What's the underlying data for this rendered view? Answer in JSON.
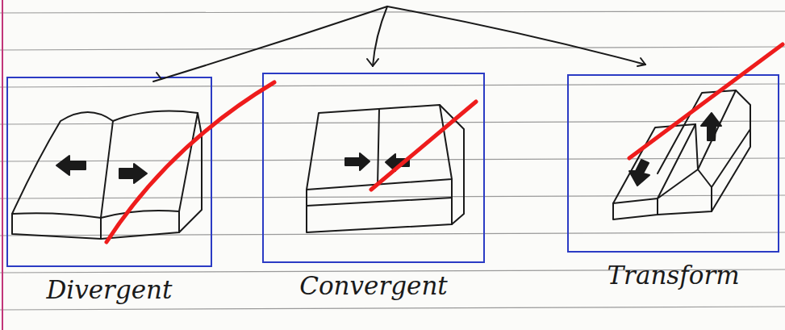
{
  "diagram": {
    "nodes": [
      {
        "text": [
          "Divergent"
        ]
      },
      {
        "text": [
          "Convergent"
        ]
      },
      {
        "text": [
          "Transform"
        ]
      }
    ]
  }
}
